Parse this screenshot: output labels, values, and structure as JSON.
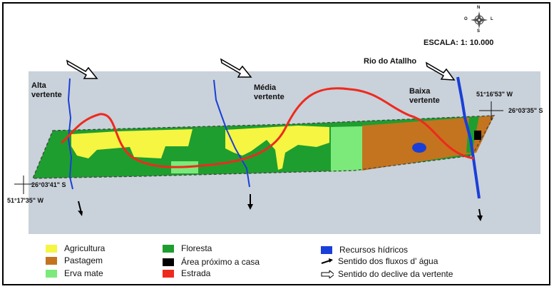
{
  "labels": {
    "alta": "Alta vertente",
    "media": "Média vertente",
    "baixa": "Baixa vertente",
    "rio": "Rio do Atallho",
    "scale": "ESCALA: 1: 10.000"
  },
  "coords": {
    "ne_w": "51°16'53\" W",
    "ne_s": "26°03'35\" S",
    "sw_s": "26°03'41\" S",
    "sw_w": "51°17'35\" W"
  },
  "compass": {
    "n": "N",
    "s": "S",
    "l": "L",
    "o": "O"
  },
  "legend": {
    "agricultura": {
      "label": "Agricultura",
      "color": "#f5f542"
    },
    "pastagem": {
      "label": "Pastagem",
      "color": "#c4741e"
    },
    "erva": {
      "label": "Erva mate",
      "color": "#7bea7b"
    },
    "floresta": {
      "label": "Floresta",
      "color": "#1e9e2e"
    },
    "casa": {
      "label": "Área próximo a casa",
      "color": "#000000"
    },
    "estrada": {
      "label": "Estrada",
      "color": "#ee2a1e"
    },
    "recursos": {
      "label": "Recursos hídricos",
      "color": "#1a3fd8"
    },
    "fluxos": {
      "label": "Sentido dos fluxos d' água"
    },
    "declive": {
      "label": "Sentido do declive da vertente"
    }
  }
}
